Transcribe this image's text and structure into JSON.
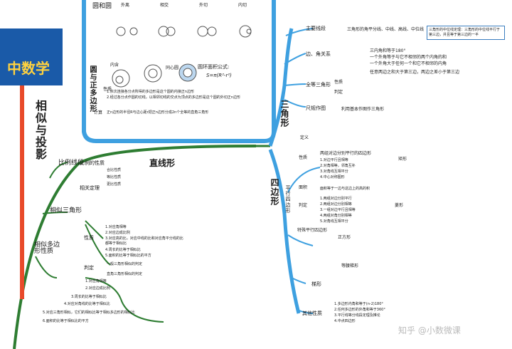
{
  "logo": {
    "text": "中数学",
    "accent": "#e84a2a"
  },
  "left_branch": {
    "title": "相似与投影",
    "proportional_segments": "比例线段",
    "proportion_props": "比例的性质",
    "props": [
      "合比性质",
      "等比性质",
      "更比性质"
    ],
    "related_concepts": "相关定理",
    "similar_triangles": "相似三角形",
    "sim_nature": "性质",
    "sim_judge": "判定",
    "sim_items": [
      "1.对应角相等",
      "2.对应边成比例",
      "3.对应高的比，对应中线的比和对应角平分线的比都等于相似比",
      "4.周长的比等于相似比",
      "5.面积的比等于相似比的平方"
    ],
    "general_judge": "一般三角形相似的判定",
    "right_judge": "直角三角形相似的判定",
    "polygon": "相似多边形性质",
    "polygon_items": [
      "1.对应角相等",
      "2.对应边成比例",
      "3.周长的比等于相似比",
      "4.对应对角线的比等于相似比",
      "5.对应三角形相似，它们的相似比等于相似多边形的相似比",
      "6.面积的比等于相似比的平方"
    ]
  },
  "circle_section": {
    "relations": [
      "外离",
      "相交",
      "外切",
      "内切",
      "内含",
      "同心圆"
    ],
    "ring_area_label": "圆环面积公式:",
    "ring_area_formula": "S=π(R²-r²)",
    "polygon_title": "圆与正多边形",
    "property": "性质",
    "calc": "计算",
    "props_text": "1.依次连接各分点所得的多边形是这个圆的内接正n边形",
    "props_text2": "2.经过各分点作圆的切线，以相邻切线的交点为顶点的多边形是这个圆的外切正n边形",
    "calc_text": "正n边形的半径R与边心距r把正n边形分成2n个全等的直角三角形",
    "straight_shape": "直线形"
  },
  "triangle": {
    "title": "三角形",
    "main_lines": "主要线段",
    "main_lines_items": "三角形的角平分线、中线、高线、中位线",
    "midline_note": "三角形的中位线定理：三角形的中位线平行于第三边，并且等于第三边的一半",
    "sides_angles": "边、角关系",
    "angle_sum": "三内角和等于180°",
    "exterior": "一个外角等于与它不相邻的两个内角的和",
    "exterior2": "一个外角大于任何一个和它不相邻的内角",
    "side_rel": "任意两边之和大于第三边，两边之差小于第三边",
    "congruent": "全等三角形",
    "congruent_prop": "性质",
    "congruent_judge": "判定",
    "ruler": "尺规作图",
    "ruler_text": "利用基本作图作三角形"
  },
  "quad": {
    "title": "四边形",
    "parallelogram": "平行四边形",
    "define": "定义",
    "define_text": "两组对边分别平行的四边形",
    "nature": "性质",
    "nature_items": [
      "1.对边平行且相等",
      "2.对角相等，邻角互补",
      "3.对角线互相平分",
      "4.中心对称图形"
    ],
    "area": "面积",
    "area_text": "面积等于一边与这边上的高的积",
    "judge": "判定",
    "judge_items": [
      "1.两组对边分别平行",
      "2.两组对边分别相等",
      "3.一组对边平行且相等",
      "4.两组对角分别相等",
      "5.对角线互相平分"
    ],
    "special": "特殊平行四边形",
    "rect": "矩形",
    "rhombus": "菱形",
    "square": "正方形",
    "trapezoid": "梯形",
    "isosceles": "等腰梯形",
    "other": "其他性质",
    "other_items": [
      "1.多边形内角和等于(n-2)180°",
      "2.任何多边形的外角和等于360°",
      "3.平行线等分线段定理及推论",
      "4.中点四边形"
    ]
  },
  "watermark": "知乎 @小数微课"
}
